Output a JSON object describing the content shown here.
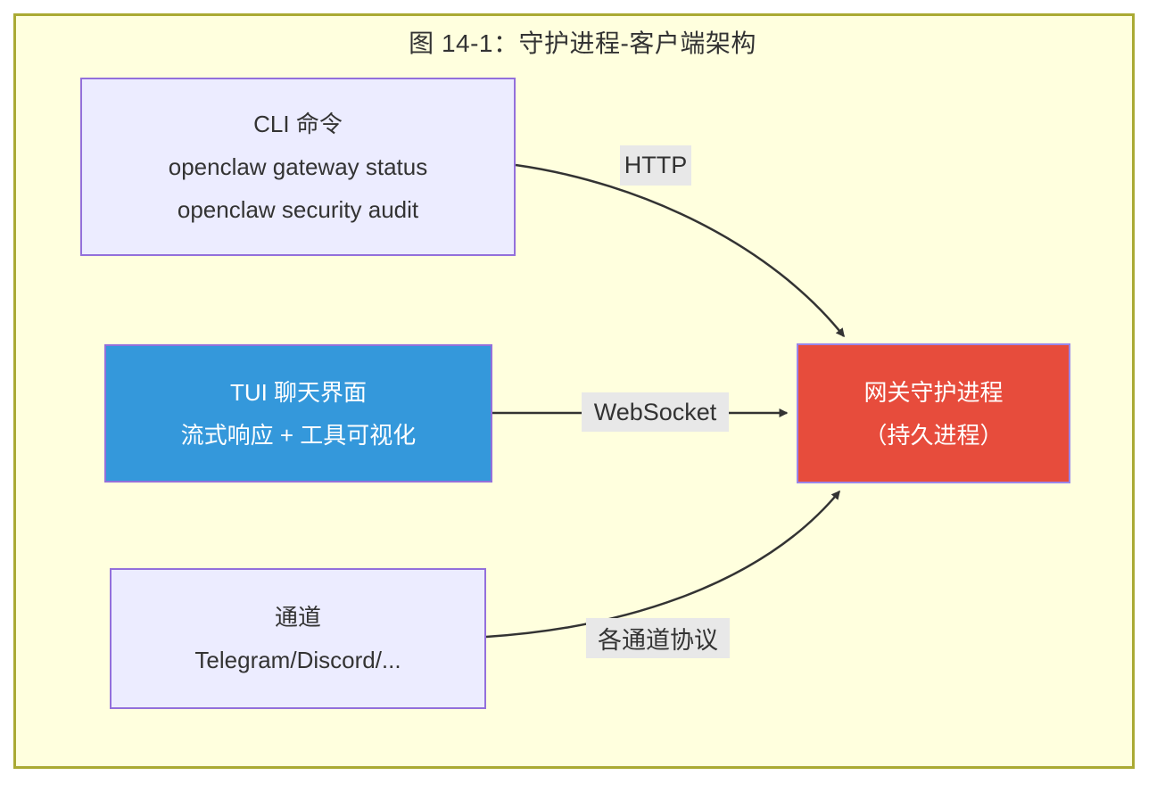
{
  "title": "图 14-1：守护进程-客户端架构",
  "nodes": {
    "cli": {
      "lines": [
        "CLI 命令",
        "openclaw gateway status",
        "openclaw security audit"
      ]
    },
    "tui": {
      "lines": [
        "TUI 聊天界面",
        "流式响应 + 工具可视化"
      ]
    },
    "channels": {
      "lines": [
        "通道",
        "Telegram/Discord/..."
      ]
    },
    "gateway": {
      "lines": [
        "网关守护进程",
        "（持久进程）"
      ]
    }
  },
  "edges": [
    {
      "from": "cli",
      "to": "gateway",
      "label": "HTTP"
    },
    {
      "from": "tui",
      "to": "gateway",
      "label": "WebSocket"
    },
    {
      "from": "channels",
      "to": "gateway",
      "label": "各通道协议"
    }
  ],
  "colors": {
    "frame_background": "#ffffde",
    "frame_border": "#aaaa33",
    "node_background": "#ececff",
    "node_border": "#9370db",
    "tui_node_background": "#3498db",
    "gateway_node_background": "#e74c3c",
    "edge_stroke": "#333333",
    "edge_label_background": "#e8e8e8",
    "text_dark": "#333333",
    "text_light": "#ffffff"
  }
}
